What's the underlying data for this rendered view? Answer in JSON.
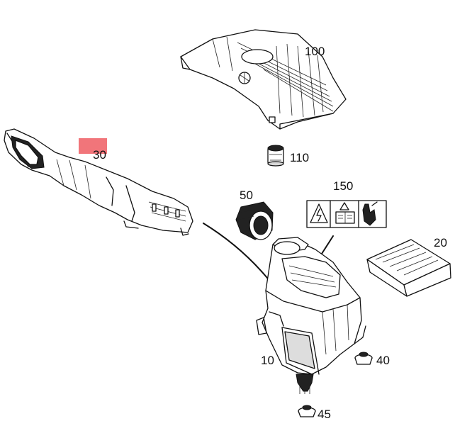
{
  "diagram": {
    "part_numbers": {
      "p100": "100",
      "p110": "110",
      "p30": "30",
      "p150": "150",
      "p50": "50",
      "p20": "20",
      "p10": "10",
      "p40": "40",
      "p45": "45"
    },
    "colors": {
      "highlight": "#f0696f",
      "line": "#111111",
      "background": "#ffffff"
    },
    "icons": [
      "engine-cover-icon",
      "grommet-icon",
      "intake-duct-icon",
      "warning-label-icon",
      "air-intake-icon",
      "air-filter-icon",
      "air-filter-housing-icon",
      "rubber-mount-icon"
    ]
  }
}
